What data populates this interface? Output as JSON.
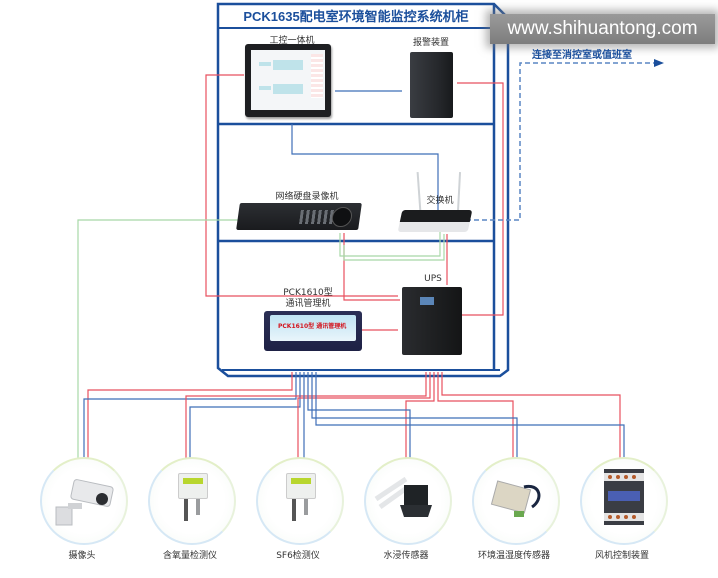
{
  "title": "PCK1635配电室环境智能监控系统机柜",
  "watermark": "www.shihuantong.com",
  "external_link_label": "连接至消控室或值班室",
  "cabinet": {
    "rows": [
      {
        "devices": [
          {
            "id": "industrial-pc",
            "label": "工控一体机"
          },
          {
            "id": "alarm-device",
            "label": "报警装置"
          }
        ]
      },
      {
        "devices": [
          {
            "id": "nvr",
            "label": "网络硬盘录像机"
          },
          {
            "id": "switch",
            "label": "交换机"
          }
        ]
      },
      {
        "devices": [
          {
            "id": "comm-manager",
            "label_line1": "PCK1610型",
            "label_line2": "通讯管理机",
            "face_text": "PCK1610型 通讯管理机"
          },
          {
            "id": "ups",
            "label": "UPS"
          }
        ]
      }
    ]
  },
  "field_devices": [
    {
      "id": "camera",
      "label": "摄像头"
    },
    {
      "id": "oxygen-detector",
      "label": "含氧量检测仪"
    },
    {
      "id": "sf6-detector",
      "label": "SF6检测仪"
    },
    {
      "id": "water-sensor",
      "label": "水浸传感器"
    },
    {
      "id": "temp-humidity-sensor",
      "label": "环境温湿度传感器"
    },
    {
      "id": "fan-controller",
      "label": "风机控制装置"
    }
  ],
  "colors": {
    "cabinet_frame": "#1b4f9c",
    "power_line": "#e8505f",
    "signal_line": "#3f6fb8",
    "video_line": "#a8d8a8",
    "network_dashed": "#5a86c4"
  }
}
